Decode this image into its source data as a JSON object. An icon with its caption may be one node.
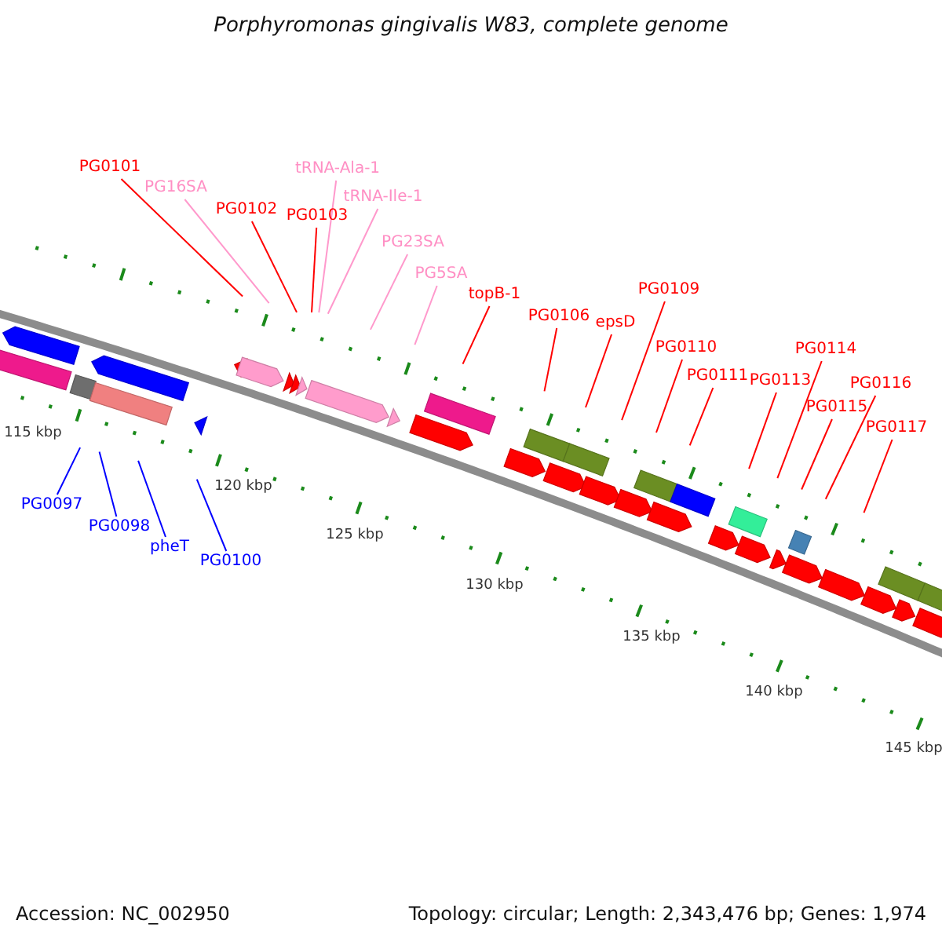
{
  "diagram": {
    "title": "Porphyromonas gingivalis W83, complete genome",
    "nodes": [
      {
        "text": [
          "PG0101"
        ]
      },
      {
        "text": [
          "PG16SA"
        ]
      },
      {
        "text": [
          "PG0102"
        ]
      },
      {
        "text": [
          "PG0103"
        ]
      },
      {
        "text": [
          "tRNA-Ala-1"
        ]
      },
      {
        "text": [
          "tRNA-Ile-1"
        ]
      },
      {
        "text": [
          "PG23SA"
        ]
      },
      {
        "text": [
          "PG5SA"
        ]
      },
      {
        "text": [
          "topB-1"
        ]
      },
      {
        "text": [
          "PG0106"
        ]
      },
      {
        "text": [
          "epsD"
        ]
      },
      {
        "text": [
          "PG0109"
        ]
      },
      {
        "text": [
          "PG0110"
        ]
      },
      {
        "text": [
          "PG0111"
        ]
      },
      {
        "text": [
          "PG0113"
        ]
      },
      {
        "text": [
          "PG0114"
        ]
      },
      {
        "text": [
          "PG0115"
        ]
      },
      {
        "text": [
          "PG0116"
        ]
      },
      {
        "text": [
          "PG0117"
        ]
      },
      {
        "text": [
          "PG0097"
        ]
      },
      {
        "text": [
          "PG0098"
        ]
      },
      {
        "text": [
          "pheT"
        ]
      },
      {
        "text": [
          "PG0100"
        ]
      }
    ],
    "edges": [
      {
        "from": 0,
        "to": null,
        "arrow": "none"
      },
      {
        "from": 1,
        "to": null,
        "arrow": "none",
        "color": "#ff99cc"
      },
      {
        "from": 2,
        "to": null,
        "arrow": "none"
      },
      {
        "from": 3,
        "to": null,
        "arrow": "none"
      },
      {
        "from": 4,
        "to": null,
        "arrow": "none",
        "color": "#ff99cc"
      },
      {
        "from": 5,
        "to": null,
        "arrow": "none",
        "color": "#ff99cc"
      },
      {
        "from": 6,
        "to": null,
        "arrow": "none",
        "color": "#ff99cc"
      },
      {
        "from": 7,
        "to": null,
        "arrow": "none",
        "color": "#ff99cc"
      },
      {
        "from": 8,
        "to": null,
        "arrow": "none"
      },
      {
        "from": 9,
        "to": null,
        "arrow": "none"
      },
      {
        "from": 10,
        "to": null,
        "arrow": "none"
      },
      {
        "from": 11,
        "to": null,
        "arrow": "none"
      },
      {
        "from": 12,
        "to": null,
        "arrow": "none"
      },
      {
        "from": 13,
        "to": null,
        "arrow": "none"
      },
      {
        "from": 14,
        "to": null,
        "arrow": "none"
      },
      {
        "from": 15,
        "to": null,
        "arrow": "none"
      },
      {
        "from": 16,
        "to": null,
        "arrow": "none"
      },
      {
        "from": 17,
        "to": null,
        "arrow": "none"
      },
      {
        "from": 18,
        "to": null,
        "arrow": "none"
      },
      {
        "from": 19,
        "to": null,
        "arrow": "none",
        "color": "#0000ff"
      },
      {
        "from": 20,
        "to": null,
        "arrow": "none",
        "color": "#0000ff"
      },
      {
        "from": 21,
        "to": null,
        "arrow": "none",
        "color": "#0000ff"
      },
      {
        "from": 22,
        "to": null,
        "arrow": "none",
        "color": "#0000ff"
      }
    ],
    "labels": [
      "115 kbp",
      "120 kbp",
      "125 kbp",
      "130 kbp",
      "135 kbp",
      "140 kbp",
      "145 kbp",
      "Accession: NC_002950",
      "Topology: circular; Length: 2,343,476 bp; Genes: 1,974"
    ]
  }
}
